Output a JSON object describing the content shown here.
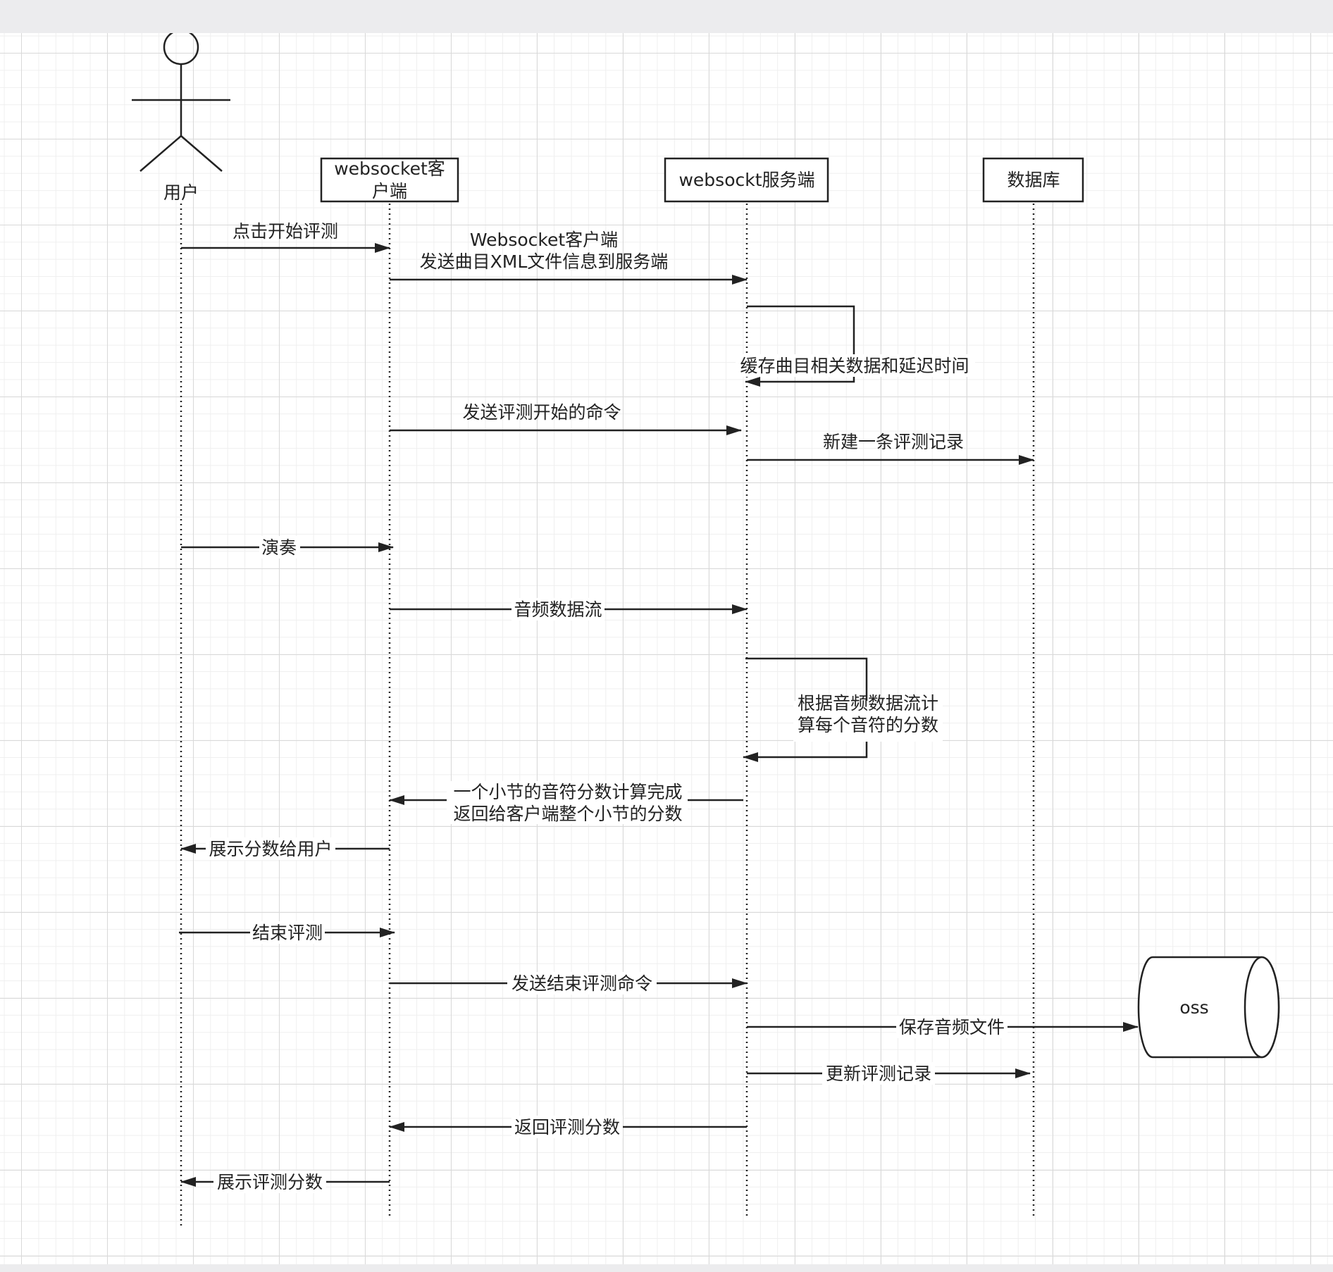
{
  "actor": {
    "label": "用户"
  },
  "lifelines": {
    "client": {
      "line1": "websocket客",
      "line2": "户端"
    },
    "server": {
      "label": "websockt服务端"
    },
    "database": {
      "label": "数据库"
    }
  },
  "storage": {
    "label": "oss"
  },
  "messages": {
    "start_eval": "点击开始评测",
    "send_xml_line1": "Websocket客户端",
    "send_xml_line2": "发送曲目XML文件信息到服务端",
    "cache_data": "缓存曲目相关数据和延迟时间",
    "send_start_cmd": "发送评测开始的命令",
    "new_record": "新建一条评测记录",
    "play": "演奏",
    "audio_stream": "音频数据流",
    "calc_line1": "根据音频数据流计",
    "calc_line2": "算每个音符的分数",
    "measure_done_line1": "一个小节的音符分数计算完成",
    "measure_done_line2": "返回给客户端整个小节的分数",
    "show_score_user": "展示分数给用户",
    "end_eval": "结束评测",
    "send_end_cmd": "发送结束评测命令",
    "save_audio": "保存音频文件",
    "update_record": "更新评测记录",
    "return_score": "返回评测分数",
    "show_eval_score": "展示评测分数"
  }
}
